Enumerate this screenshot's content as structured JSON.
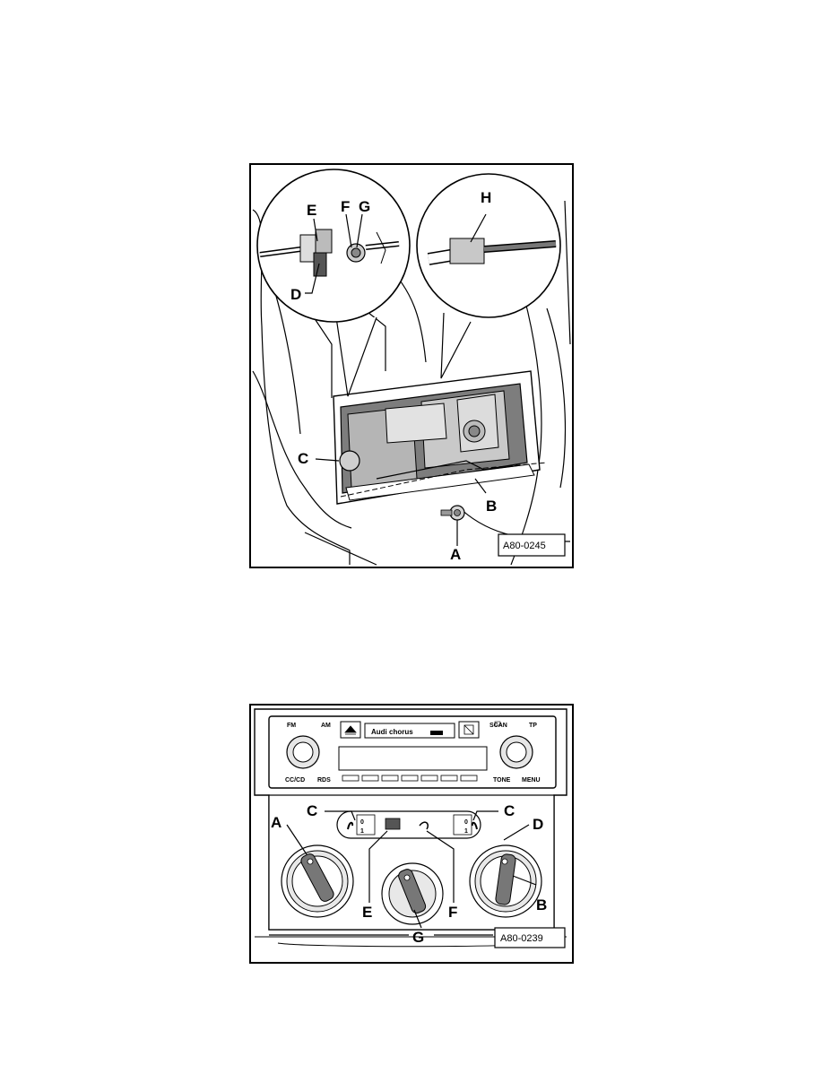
{
  "figure1": {
    "code": "A80-0245",
    "labels": {
      "A": "A",
      "B": "B",
      "C": "C",
      "D": "D",
      "E": "E",
      "F": "F",
      "G": "G",
      "H": "H"
    }
  },
  "figure2": {
    "code": "A80-0239",
    "labels": {
      "A": "A",
      "B": "B",
      "C_left": "C",
      "C_right": "C",
      "D": "D",
      "E": "E",
      "F": "F",
      "G": "G"
    },
    "radio": {
      "fm": "FM",
      "am": "AM",
      "brand": "Audi chorus",
      "scan": "SCAN",
      "tp": "TP",
      "cc_cd": "CC/CD",
      "rds": "RDS",
      "tone": "TONE",
      "menu": "MENU",
      "digit_left_top": "0",
      "digit_left_bottom": "1",
      "digit_right_top": "0",
      "digit_right_bottom": "1"
    }
  }
}
